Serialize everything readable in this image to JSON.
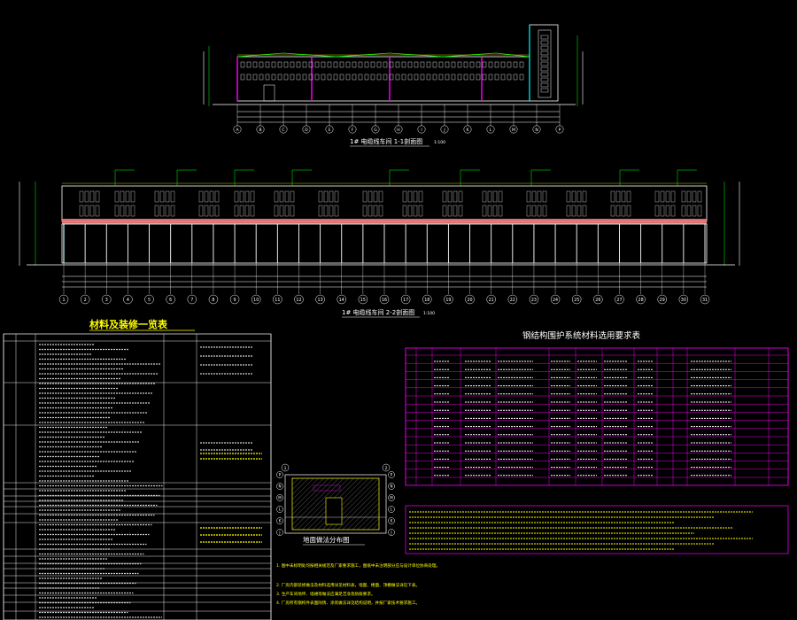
{
  "elev1": {
    "title": "1# 电缆线车间 1-1剖面图",
    "scale": "1:100",
    "axis_labels": [
      "A",
      "B",
      "C",
      "D",
      "E",
      "F",
      "G",
      "H",
      "I",
      "J",
      "K",
      "L",
      "M",
      "N",
      "P"
    ]
  },
  "elev2": {
    "title": "1# 电缆线车间 2-2剖面图",
    "scale": "1:100",
    "axis_labels": [
      "1",
      "2",
      "3",
      "4",
      "5",
      "6",
      "7",
      "8",
      "9",
      "10",
      "11",
      "12",
      "13",
      "14",
      "15",
      "16",
      "17",
      "18",
      "19",
      "20",
      "21",
      "22",
      "23",
      "24",
      "25",
      "26",
      "27",
      "28",
      "29",
      "30",
      "31"
    ]
  },
  "materials_table": {
    "title": "材料及装修一览表"
  },
  "floor_plan": {
    "title": "地面做法分布图",
    "grid_labels_top": [
      "1",
      "2"
    ],
    "grid_labels_side": [
      "P",
      "N",
      "M",
      "L",
      "K",
      "J"
    ]
  },
  "steel_table": {
    "title": "钢结构围护系统材料选用要求表"
  },
  "notes": {
    "lines": [
      "1. 图中未标明处均按相关规范及厂家要求施工，图纸中未注明部分应与设计单位协商处理。",
      "2. 厂房内部装修做法及材料选用详见材料表，墙面、楼面、顶棚做法详见下表。",
      "3. 生产车间地坪、墙裙等做法应满足洁净及防腐要求。",
      "4. 厂房所有钢构件表面除锈、涂装做法详见结构说明，并按厂家技术要求施工。"
    ]
  },
  "colors": {
    "background": "#000000",
    "wall": "#ffffff",
    "magenta": "#ff00ff",
    "green": "#00ff00",
    "yellow": "#ffff00",
    "cyan": "#00ffff",
    "salmon": "#ff8080"
  }
}
